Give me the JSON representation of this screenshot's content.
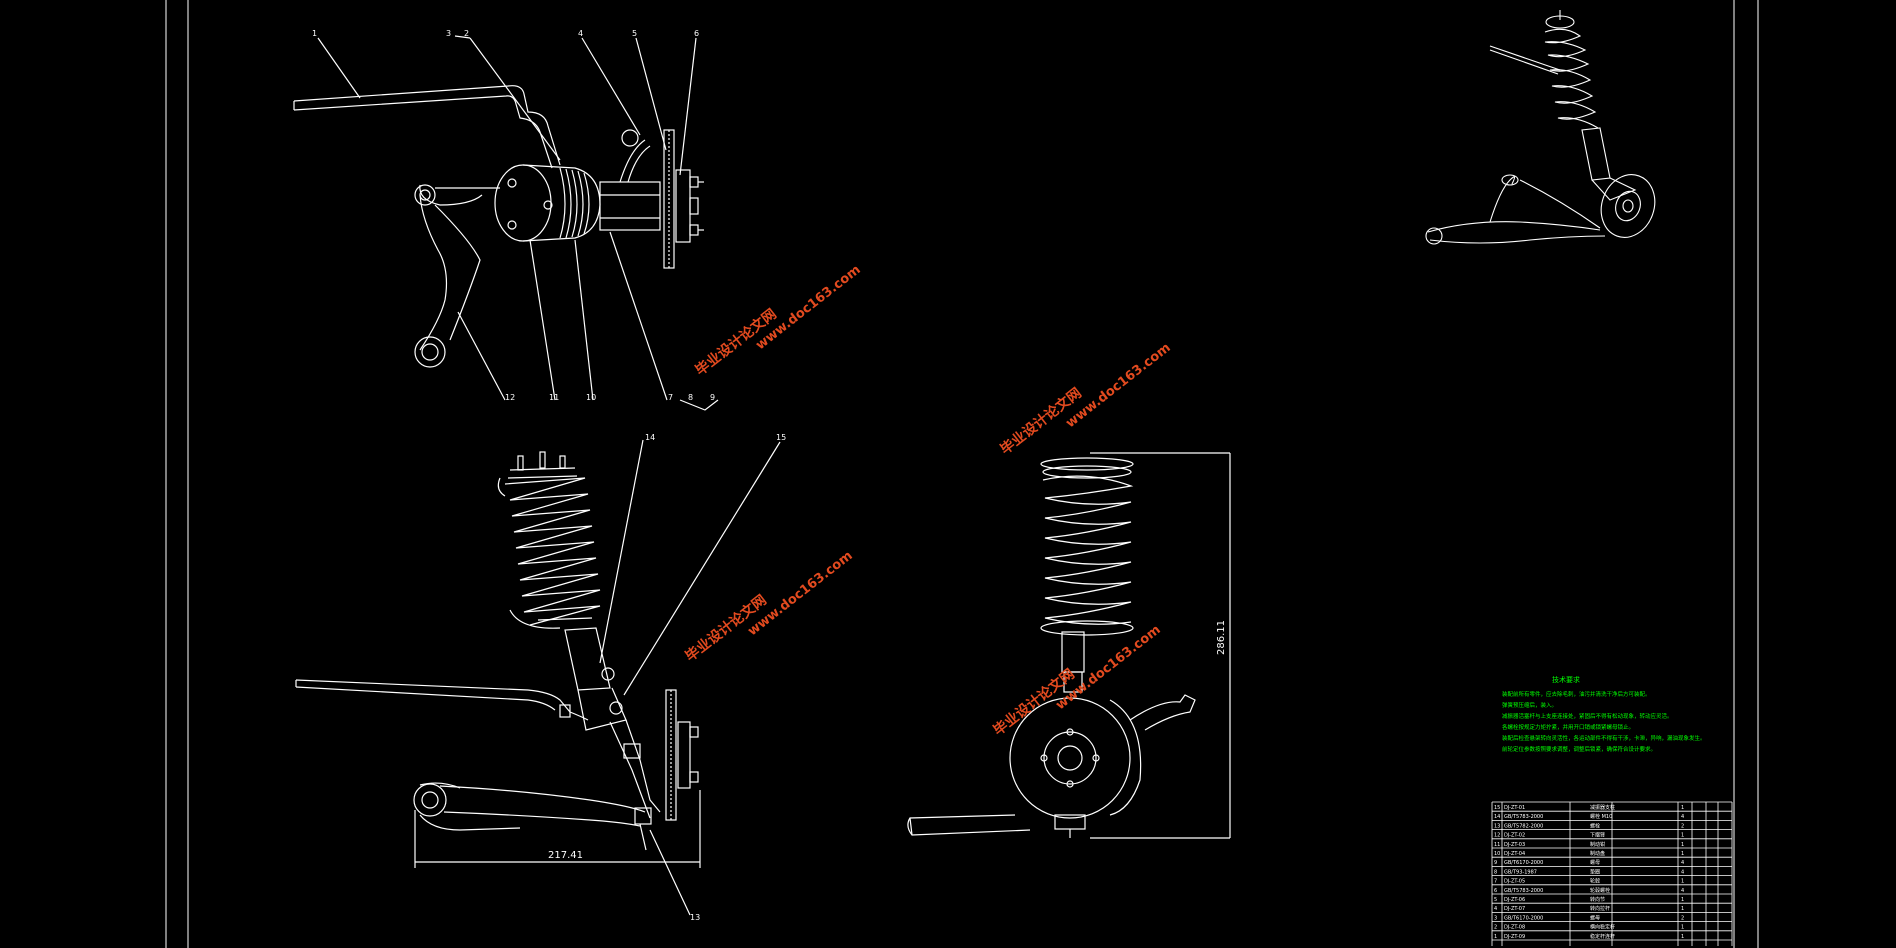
{
  "colors": {
    "background": "#000000",
    "line": "#ffffff",
    "watermark": "#e24a1f",
    "notes": "#00ff00"
  },
  "balloons_top": [
    "1",
    "3",
    "2",
    "4",
    "5",
    "6"
  ],
  "balloons_bottom_top_view": [
    "12",
    "11",
    "10",
    "7",
    "8",
    "9"
  ],
  "balloons_side": [
    "14",
    "15",
    "13"
  ],
  "dimensions": {
    "width": "217.41",
    "height": "286.11"
  },
  "watermark": {
    "cn": "毕业设计论文网",
    "url": "www.doc163.com"
  },
  "notes": {
    "title": "技术要求",
    "lines": [
      "装配前所有零件，应去除毛刺，油污并清洗干净后方可装配。",
      "弹簧预压缩后，装入。",
      "减振器活塞杆与上支座连接处，紧固后不得有松动现象，转动应灵活。",
      "各螺栓按规定力矩拧紧，并用开口销或锁紧螺母锁止。",
      "装配后检查悬架转向灵活性，各运动部件不得有干涉，卡滞，异响，漏油现象发生。",
      "前轮定位参数按照要求调整，调整后锁紧，确保符合设计要求。"
    ]
  },
  "bom": [
    {
      "no": "15",
      "code": "DJ-ZT-01",
      "name": "减振器支柱",
      "qty": "1"
    },
    {
      "no": "14",
      "code": "GB/T5783-2000",
      "name": "螺栓 M10",
      "qty": "4"
    },
    {
      "no": "13",
      "code": "GB/T5782-2000",
      "name": "螺栓",
      "qty": "2"
    },
    {
      "no": "12",
      "code": "DJ-ZT-02",
      "name": "下摆臂",
      "qty": "1"
    },
    {
      "no": "11",
      "code": "DJ-ZT-03",
      "name": "制动钳",
      "qty": "1"
    },
    {
      "no": "10",
      "code": "DJ-ZT-04",
      "name": "制动盘",
      "qty": "1"
    },
    {
      "no": "9",
      "code": "GB/T6170-2000",
      "name": "螺母",
      "qty": "4"
    },
    {
      "no": "8",
      "code": "GB/T93-1987",
      "name": "垫圈",
      "qty": "4"
    },
    {
      "no": "7",
      "code": "DJ-ZT-05",
      "name": "轮毂",
      "qty": "1"
    },
    {
      "no": "6",
      "code": "GB/T5783-2000",
      "name": "轮毂螺栓",
      "qty": "4"
    },
    {
      "no": "5",
      "code": "DJ-ZT-06",
      "name": "转向节",
      "qty": "1"
    },
    {
      "no": "4",
      "code": "DJ-ZT-07",
      "name": "转向拉杆",
      "qty": "1"
    },
    {
      "no": "3",
      "code": "GB/T6170-2000",
      "name": "螺母",
      "qty": "2"
    },
    {
      "no": "2",
      "code": "DJ-ZT-08",
      "name": "横向稳定杆",
      "qty": "1"
    },
    {
      "no": "1",
      "code": "DJ-ZT-09",
      "name": "稳定杆连杆",
      "qty": "1"
    }
  ]
}
